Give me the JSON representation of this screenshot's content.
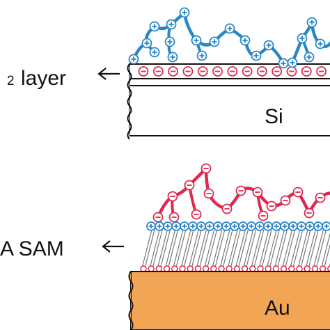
{
  "top_panel": {
    "label_subscript": "2",
    "label_text": "layer",
    "substrate_label": "Si",
    "polymer_color": "#2a86c6",
    "charge_color": "#e0284e",
    "surface_charge_symbol": "⊖",
    "polymer_charge_symbol": "⊕"
  },
  "bottom_panel": {
    "label_text": "A  SAM",
    "substrate_label": "Au",
    "polymer_color": "#e0284e",
    "head_charge_color": "#2a86c6",
    "substrate_color": "#f2a555",
    "head_charge_symbol": "⊕",
    "polymer_charge_symbol": "⊖"
  },
  "arrow_symbol": "←"
}
